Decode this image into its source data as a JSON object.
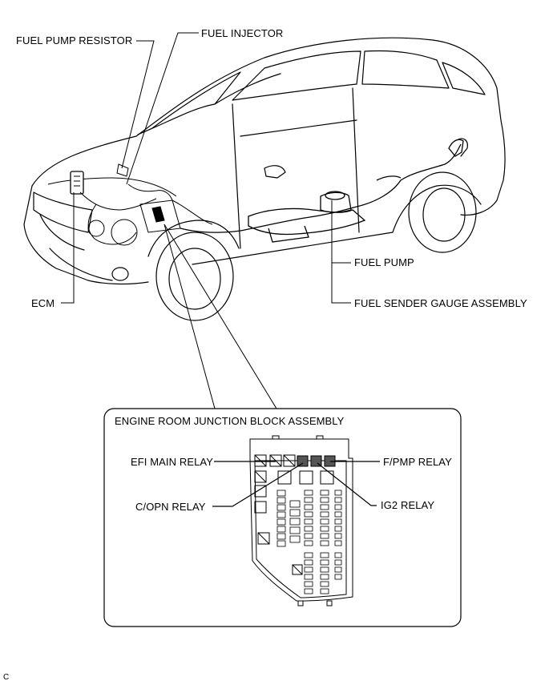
{
  "labels": {
    "fuel_pump_resistor": "FUEL PUMP RESISTOR",
    "fuel_injector": "FUEL INJECTOR",
    "ecm": "ECM",
    "fuel_pump": "FUEL PUMP",
    "fuel_sender_gauge": "FUEL SENDER GAUGE ASSEMBLY"
  },
  "inset": {
    "title": "ENGINE ROOM JUNCTION BLOCK ASSEMBLY",
    "efi_main_relay": "EFI MAIN RELAY",
    "fpmp_relay": "F/PMP RELAY",
    "copn_relay": "C/OPN RELAY",
    "ig2_relay": "IG2 RELAY"
  },
  "footer": {
    "code": "C"
  }
}
